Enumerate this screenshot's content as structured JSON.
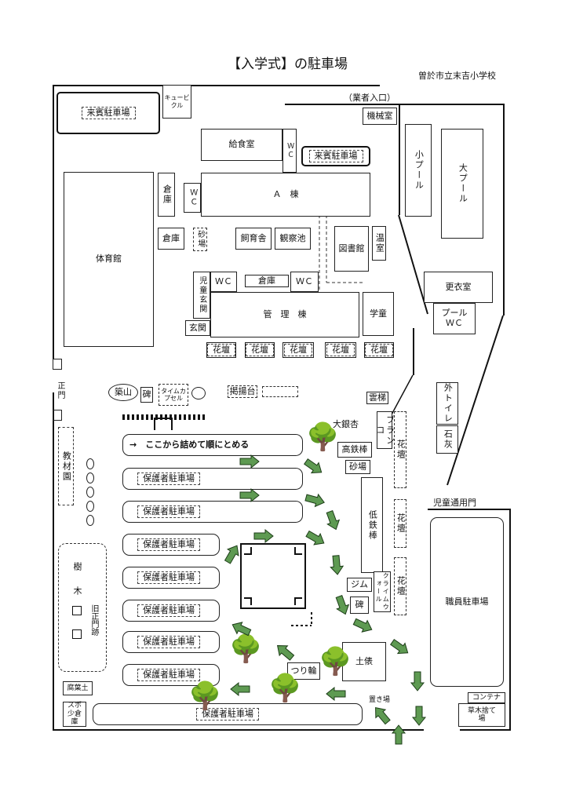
{
  "title": "【入学式】の駐車場",
  "school": "曽於市立末吉小学校",
  "labels": {
    "guest_parking": "来賓駐車場",
    "cubicle": "キュービクル",
    "vendor_entrance": "（業者入口）",
    "machine_room": "機械室",
    "kitchen": "給食室",
    "wc": "ＷＣ",
    "a_building": "Ａ　棟",
    "storage": "倉庫",
    "sandbox": "砂場",
    "animal_house": "飼育舎",
    "pond": "観察池",
    "library": "図書館",
    "greenhouse": "温室",
    "gym": "体育館",
    "small_pool": "小プール",
    "big_pool": "大プール",
    "changing_room": "更衣室",
    "pool_wc": "プールＷＣ",
    "child_entrance": "児童玄関",
    "admin_building": "管　理　棟",
    "entrance": "玄関",
    "gakudo": "学童",
    "flowerbed": "花壇",
    "main_gate": "正門",
    "mound": "築山",
    "monument": "碑",
    "time_capsule": "タイムカプセル",
    "flagpole": "掲揚台",
    "big_ginkgo": "大銀杏",
    "cloud_ladder": "雲梯",
    "horizontal_bar_high": "高鉄棒",
    "horizontal_bar_low": "低鉄棒",
    "swing": "ブランコ",
    "outdoor_toilet": "外トイレ",
    "lime": "石灰",
    "school_route_gate": "児童通用門",
    "teaching_garden": "教材園",
    "trees": "樹木",
    "old_main_gate": "旧正門跡",
    "instruction": "→　ここから詰めて順にとめる",
    "parent_parking": "保護者駐車場",
    "staff_parking": "職員駐車場",
    "jungle_gym": "ジム",
    "climbing_wall": "クライムウォール",
    "stone_monument": "碑",
    "sumo_ring": "土俵",
    "hanging_rings": "つり輪",
    "container": "コンテナ",
    "plant_storage": "草木捨て場",
    "compost": "腐葉土",
    "sports_storage": "スポ少倉庫",
    "storage_site": "置き場"
  },
  "colors": {
    "arrow_fill": "#5e9a52",
    "arrow_stroke": "#1d3d18",
    "line": "#111111"
  }
}
